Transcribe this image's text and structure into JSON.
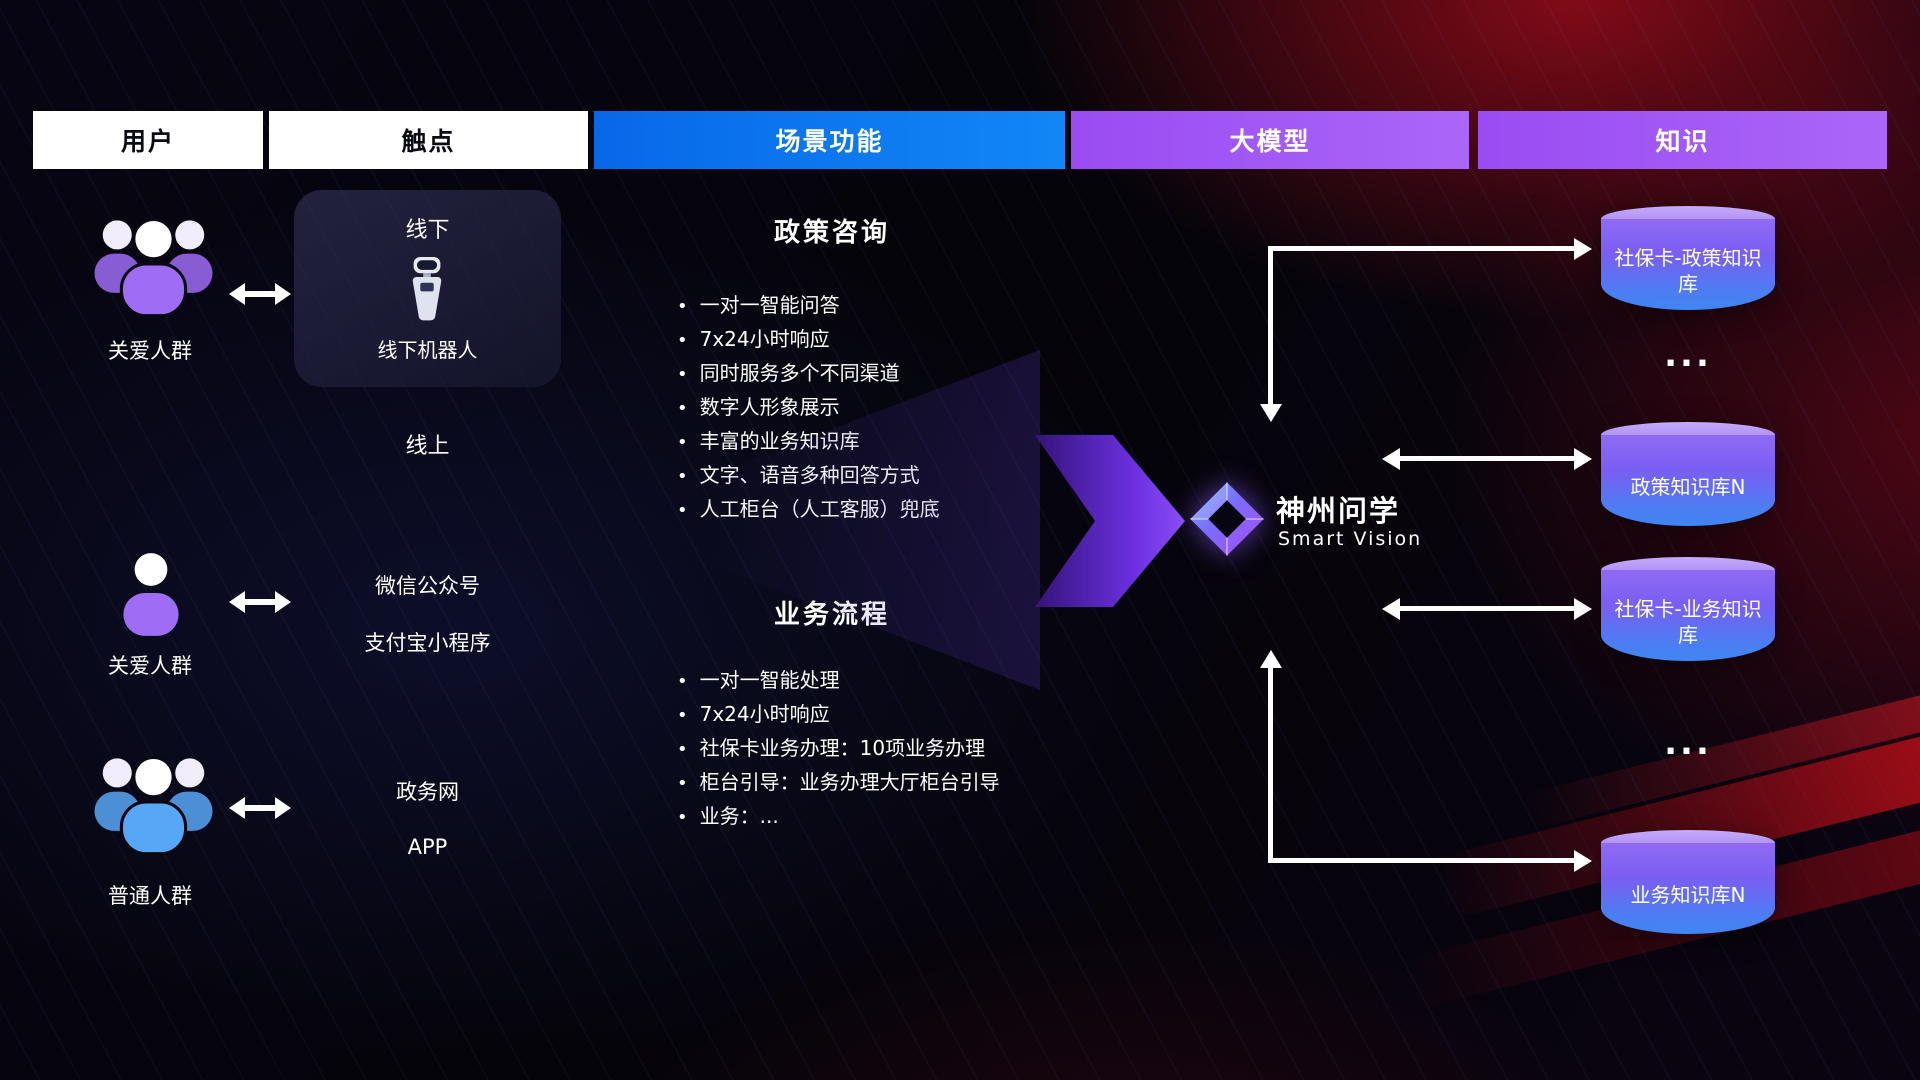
{
  "colors": {
    "blue_header": "#0b76f0",
    "purple_header": "#a259f7",
    "flow_arrow_purple": "#7c3aed",
    "cylinder_top": "#b89bfa",
    "cylinder_body_top": "#8a68f2",
    "cylinder_body_bottom": "#3f86f2",
    "user_icon_purple": "#9f6cf5",
    "user_icon_blue": "#58a7f7",
    "connector_white": "#ffffff"
  },
  "header": {
    "columns": [
      {
        "label": "用户"
      },
      {
        "label": "触点"
      },
      {
        "label": "场景功能"
      },
      {
        "label": "大模型"
      },
      {
        "label": "知识"
      }
    ]
  },
  "users": {
    "groups": [
      {
        "label": "关爱人群",
        "icon": "people-group-icon"
      },
      {
        "label": "关爱人群",
        "icon": "person-icon"
      },
      {
        "label": "普通人群",
        "icon": "people-group-icon"
      }
    ]
  },
  "touchpoints": {
    "offline": {
      "title": "线下",
      "robot_label": "线下机器人"
    },
    "online_title": "线上",
    "items": [
      "微信公众号",
      "支付宝小程序",
      "政务网",
      "APP"
    ]
  },
  "functions": {
    "bullet_char": "•",
    "sections": [
      {
        "title": "政策咨询",
        "items": [
          "一对一智能问答",
          "7x24小时响应",
          "同时服务多个不同渠道",
          "数字人形象展示",
          "丰富的业务知识库",
          "文字、语音多种回答方式",
          "人工柜台（人工客服）兜底"
        ]
      },
      {
        "title": "业务流程",
        "items": [
          "一对一智能处理",
          "7x24小时响应",
          "社保卡业务办理：10项业务办理",
          "柜台引导：业务办理大厅柜台引导",
          "业务：..."
        ]
      }
    ]
  },
  "model": {
    "name": "神州问学",
    "subtitle": "Smart Vision"
  },
  "knowledge": {
    "items": [
      {
        "type": "db",
        "label": "社保卡-政策知识库"
      },
      {
        "type": "dots",
        "label": "..."
      },
      {
        "type": "db",
        "label": "政策知识库N"
      },
      {
        "type": "db",
        "label": "社保卡-业务知识库"
      },
      {
        "type": "dots",
        "label": "..."
      },
      {
        "type": "db",
        "label": "业务知识库N"
      }
    ]
  }
}
